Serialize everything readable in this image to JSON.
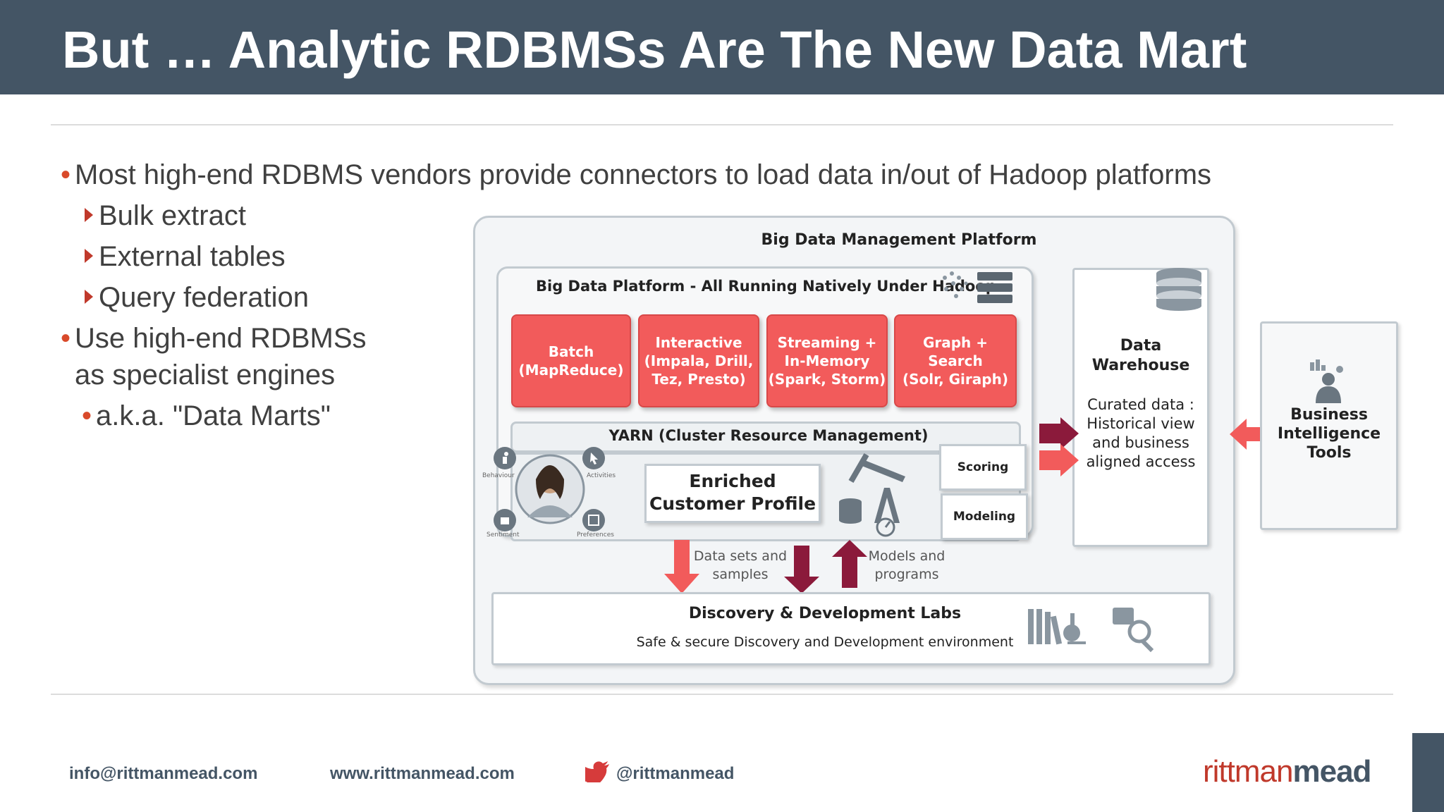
{
  "title": "But … Analytic RDBMSs Are The New Data Mart",
  "bullets": {
    "b1": "Most high-end RDBMS vendors provide connectors to load data in/out of Hadoop platforms",
    "b1_subs": [
      "Bulk extract",
      "External tables",
      "Query federation"
    ],
    "b2_line1": "Use high-end RDBMSs",
    "b2_line2": "as specialist engines",
    "b2_sub": "a.k.a. \"Data Marts\""
  },
  "diagram": {
    "outer_title": "Big Data Management Platform",
    "platform_title": "Big Data Platform - All Running Natively Under Hadoop",
    "engines": [
      {
        "line1": "Batch",
        "line2": "(MapReduce)",
        "line3": ""
      },
      {
        "line1": "Interactive",
        "line2": "(Impala, Drill,",
        "line3": "Tez, Presto)"
      },
      {
        "line1": "Streaming +",
        "line2": "In-Memory",
        "line3": "(Spark, Storm)"
      },
      {
        "line1": "Graph + Search",
        "line2": "(Solr, Giraph)",
        "line3": ""
      }
    ],
    "yarn": "YARN (Cluster Resource Management)",
    "profile_line1": "Enriched",
    "profile_line2": "Customer Profile",
    "profile_tags": [
      "Behaviour",
      "Activities",
      "Sentiment",
      "Preferences"
    ],
    "scoring": "Scoring",
    "modeling": "Modeling",
    "down_label_1": "Data sets and",
    "down_label_2": "samples",
    "up_label_1": "Models and",
    "up_label_2": "programs",
    "labs_title": "Discovery & Development Labs",
    "labs_sub": "Safe & secure Discovery and Development environment",
    "dw_title_1": "Data",
    "dw_title_2": "Warehouse",
    "dw_desc": [
      "Curated data :",
      "Historical view",
      "and business",
      "aligned access"
    ],
    "bi_lines": [
      "Business",
      "Intelligence",
      "Tools"
    ],
    "colors": {
      "engine_fill": "#f25b5b",
      "arrow_dark": "#8b1a3b",
      "arrow_light": "#f25b5b"
    }
  },
  "footer": {
    "email": "info@rittmanmead.com",
    "web": "www.rittmanmead.com",
    "twitter": "@rittmanmead",
    "logo_light": "rittman",
    "logo_bold": "mead"
  }
}
